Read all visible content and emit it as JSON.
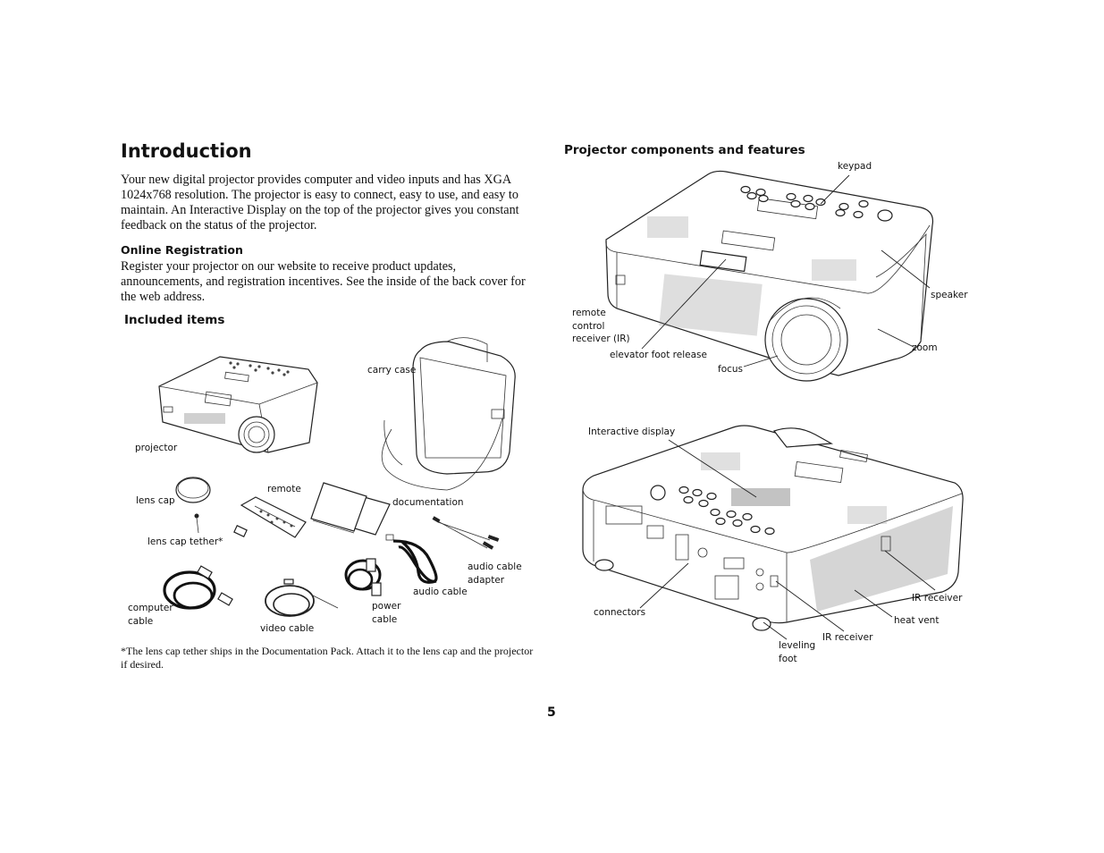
{
  "page": {
    "title": "Introduction",
    "intro": "Your new digital projector provides computer and video inputs and has XGA 1024x768 resolution. The projector is easy to connect, easy to use, and easy to maintain. An Interactive Display on the top of the projector gives you constant feedback on the status of the projector.",
    "online_registration": {
      "heading": "Online Registration",
      "text": "Register your projector on our website to receive product updates, announcements, and registration incentives. See the inside of the back cover for the web address."
    },
    "included_items": {
      "heading": "Included items",
      "labels": {
        "projector": "projector",
        "carry_case": "carry case",
        "lens_cap": "lens cap",
        "remote": "remote",
        "documentation": "documentation",
        "lens_cap_tether": "lens cap tether*",
        "audio_cable_adapter_1": "audio cable",
        "audio_cable_adapter_2": "adapter",
        "audio_cable": "audio cable",
        "computer_cable_1": "computer",
        "computer_cable_2": "cable",
        "video_cable": "video cable",
        "power_cable_1": "power",
        "power_cable_2": "cable"
      }
    },
    "footnote": "*The lens cap tether ships in the Documentation Pack. Attach it to the lens cap and the projector if desired.",
    "components": {
      "heading": "Projector components and features",
      "front_labels": {
        "keypad": "keypad",
        "speaker": "speaker",
        "remote_1": "remote",
        "remote_2": "control",
        "remote_3": "receiver (IR)",
        "zoom": "zoom",
        "elevator_foot_release": "elevator foot release",
        "focus": "focus"
      },
      "rear_labels": {
        "interactive_display": "Interactive display",
        "ir_receiver_right": "IR receiver",
        "connectors": "connectors",
        "heat_vent": "heat vent",
        "ir_receiver_bottom": "IR receiver",
        "leveling_1": "leveling",
        "leveling_2": "foot"
      }
    },
    "page_number": "5"
  }
}
